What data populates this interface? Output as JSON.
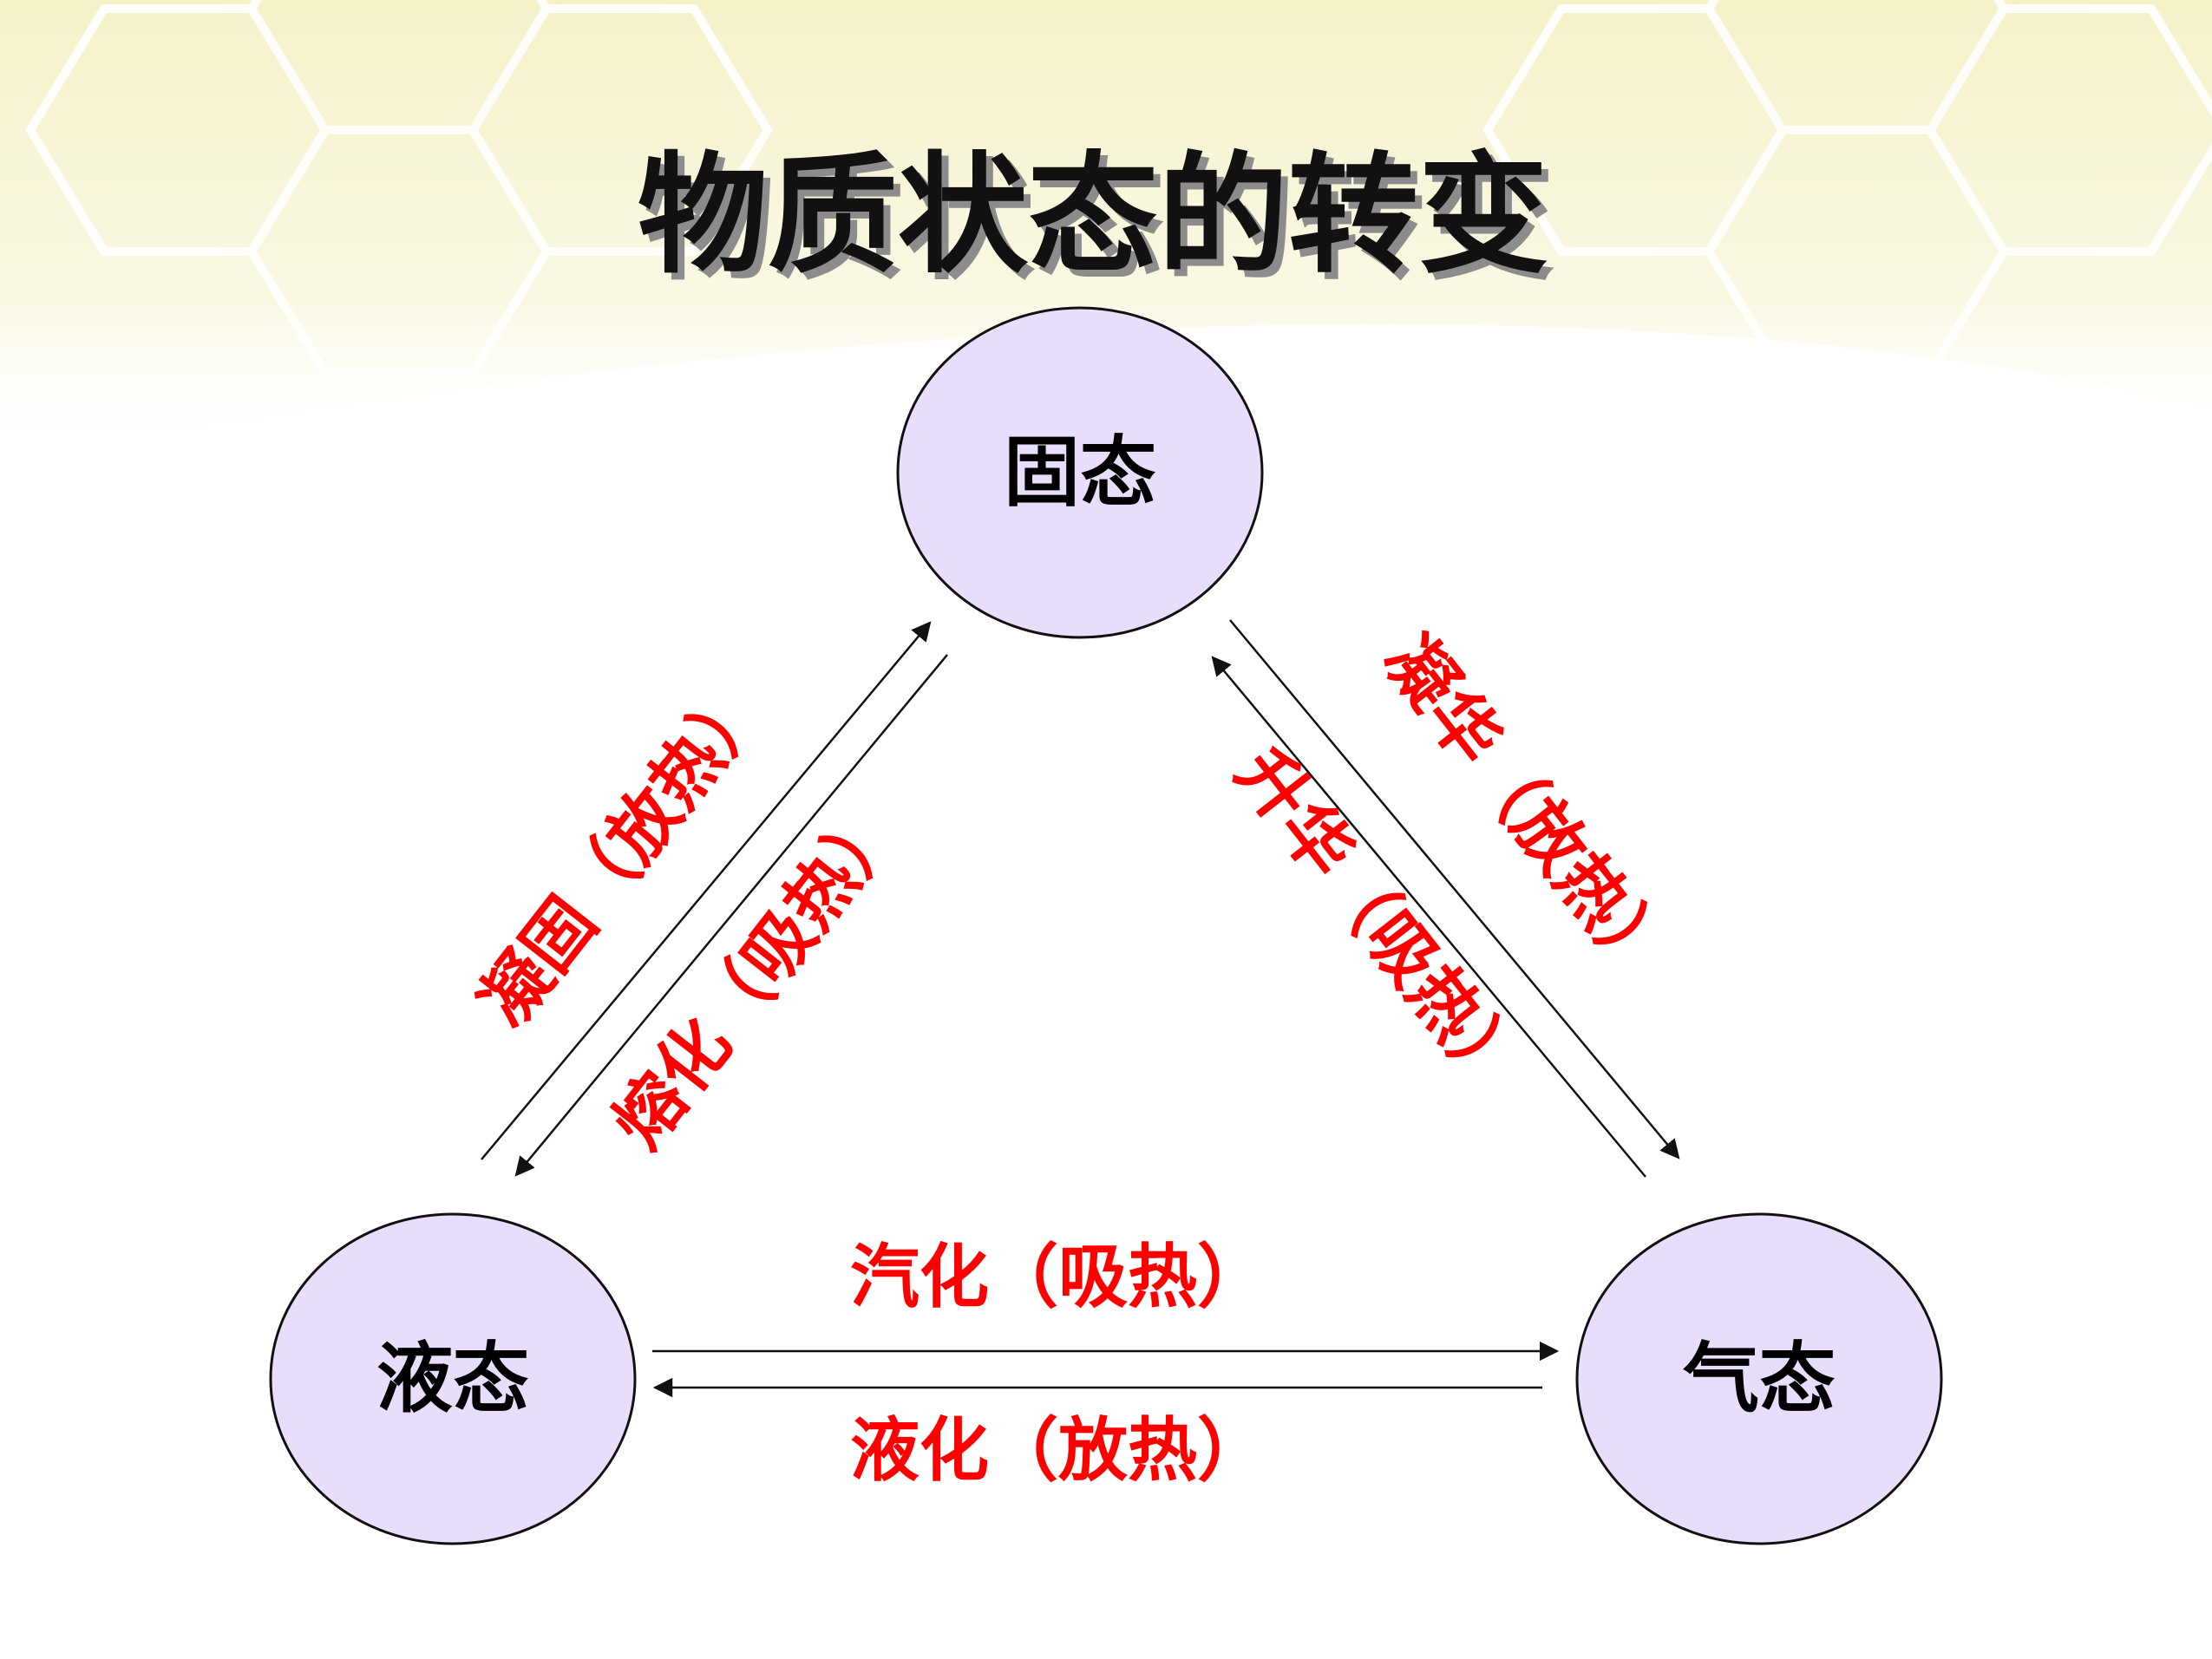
{
  "slide": {
    "title": "物质状态的转变"
  },
  "colors": {
    "node_fill": "#e8ddfa",
    "node_stroke": "#111111",
    "edge_label": "#ff0000",
    "arrow": "#111111",
    "hex_pattern": "#f2efc2"
  },
  "nodes": {
    "solid": "固态",
    "liquid": "液态",
    "gas": "气态"
  },
  "transitions": {
    "liquid_to_solid": "凝固（放热）",
    "solid_to_liquid": "熔化（吸热）",
    "gas_to_solid": "凝华（放热）",
    "solid_to_gas": "升华（吸热）",
    "liquid_to_gas": "汽化（吸热）",
    "gas_to_liquid": "液化（放热）"
  }
}
